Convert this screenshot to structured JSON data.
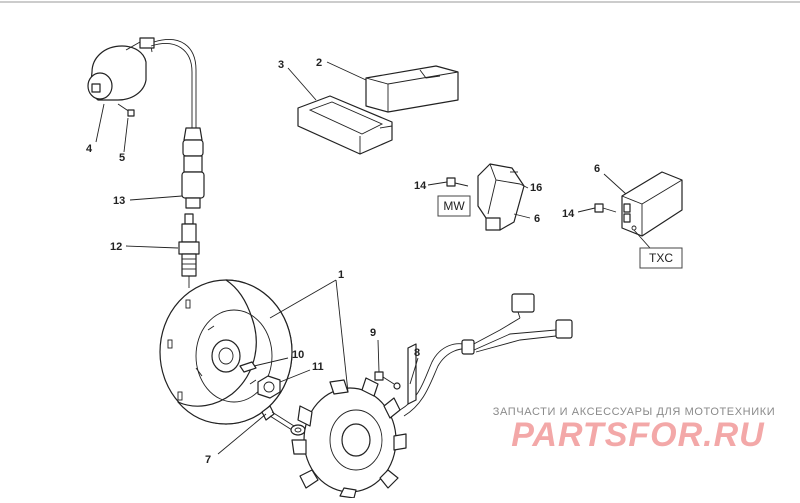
{
  "callouts": {
    "c1": "1",
    "c2": "2",
    "c3": "3",
    "c4": "4",
    "c5": "5",
    "c6a": "6",
    "c6b": "6",
    "c7": "7",
    "c8": "8",
    "c9": "9",
    "c10": "10",
    "c11": "11",
    "c12": "12",
    "c13": "13",
    "c14a": "14",
    "c14b": "14",
    "c16": "16"
  },
  "boxes": {
    "mw": "MW",
    "txc": "TXC"
  },
  "watermark": {
    "tagline": "ЗАПЧАСТИ И АКСЕССУАРЫ ДЛЯ МОТОТЕХНИКИ",
    "logo": "PARTSFOR.RU",
    "color": "#f3a8a8"
  },
  "icons": [
    "ignition-coil-icon",
    "spark-plug-icon",
    "cdi-unit-icon",
    "flywheel-icon",
    "stator-icon",
    "regulator-icon"
  ]
}
